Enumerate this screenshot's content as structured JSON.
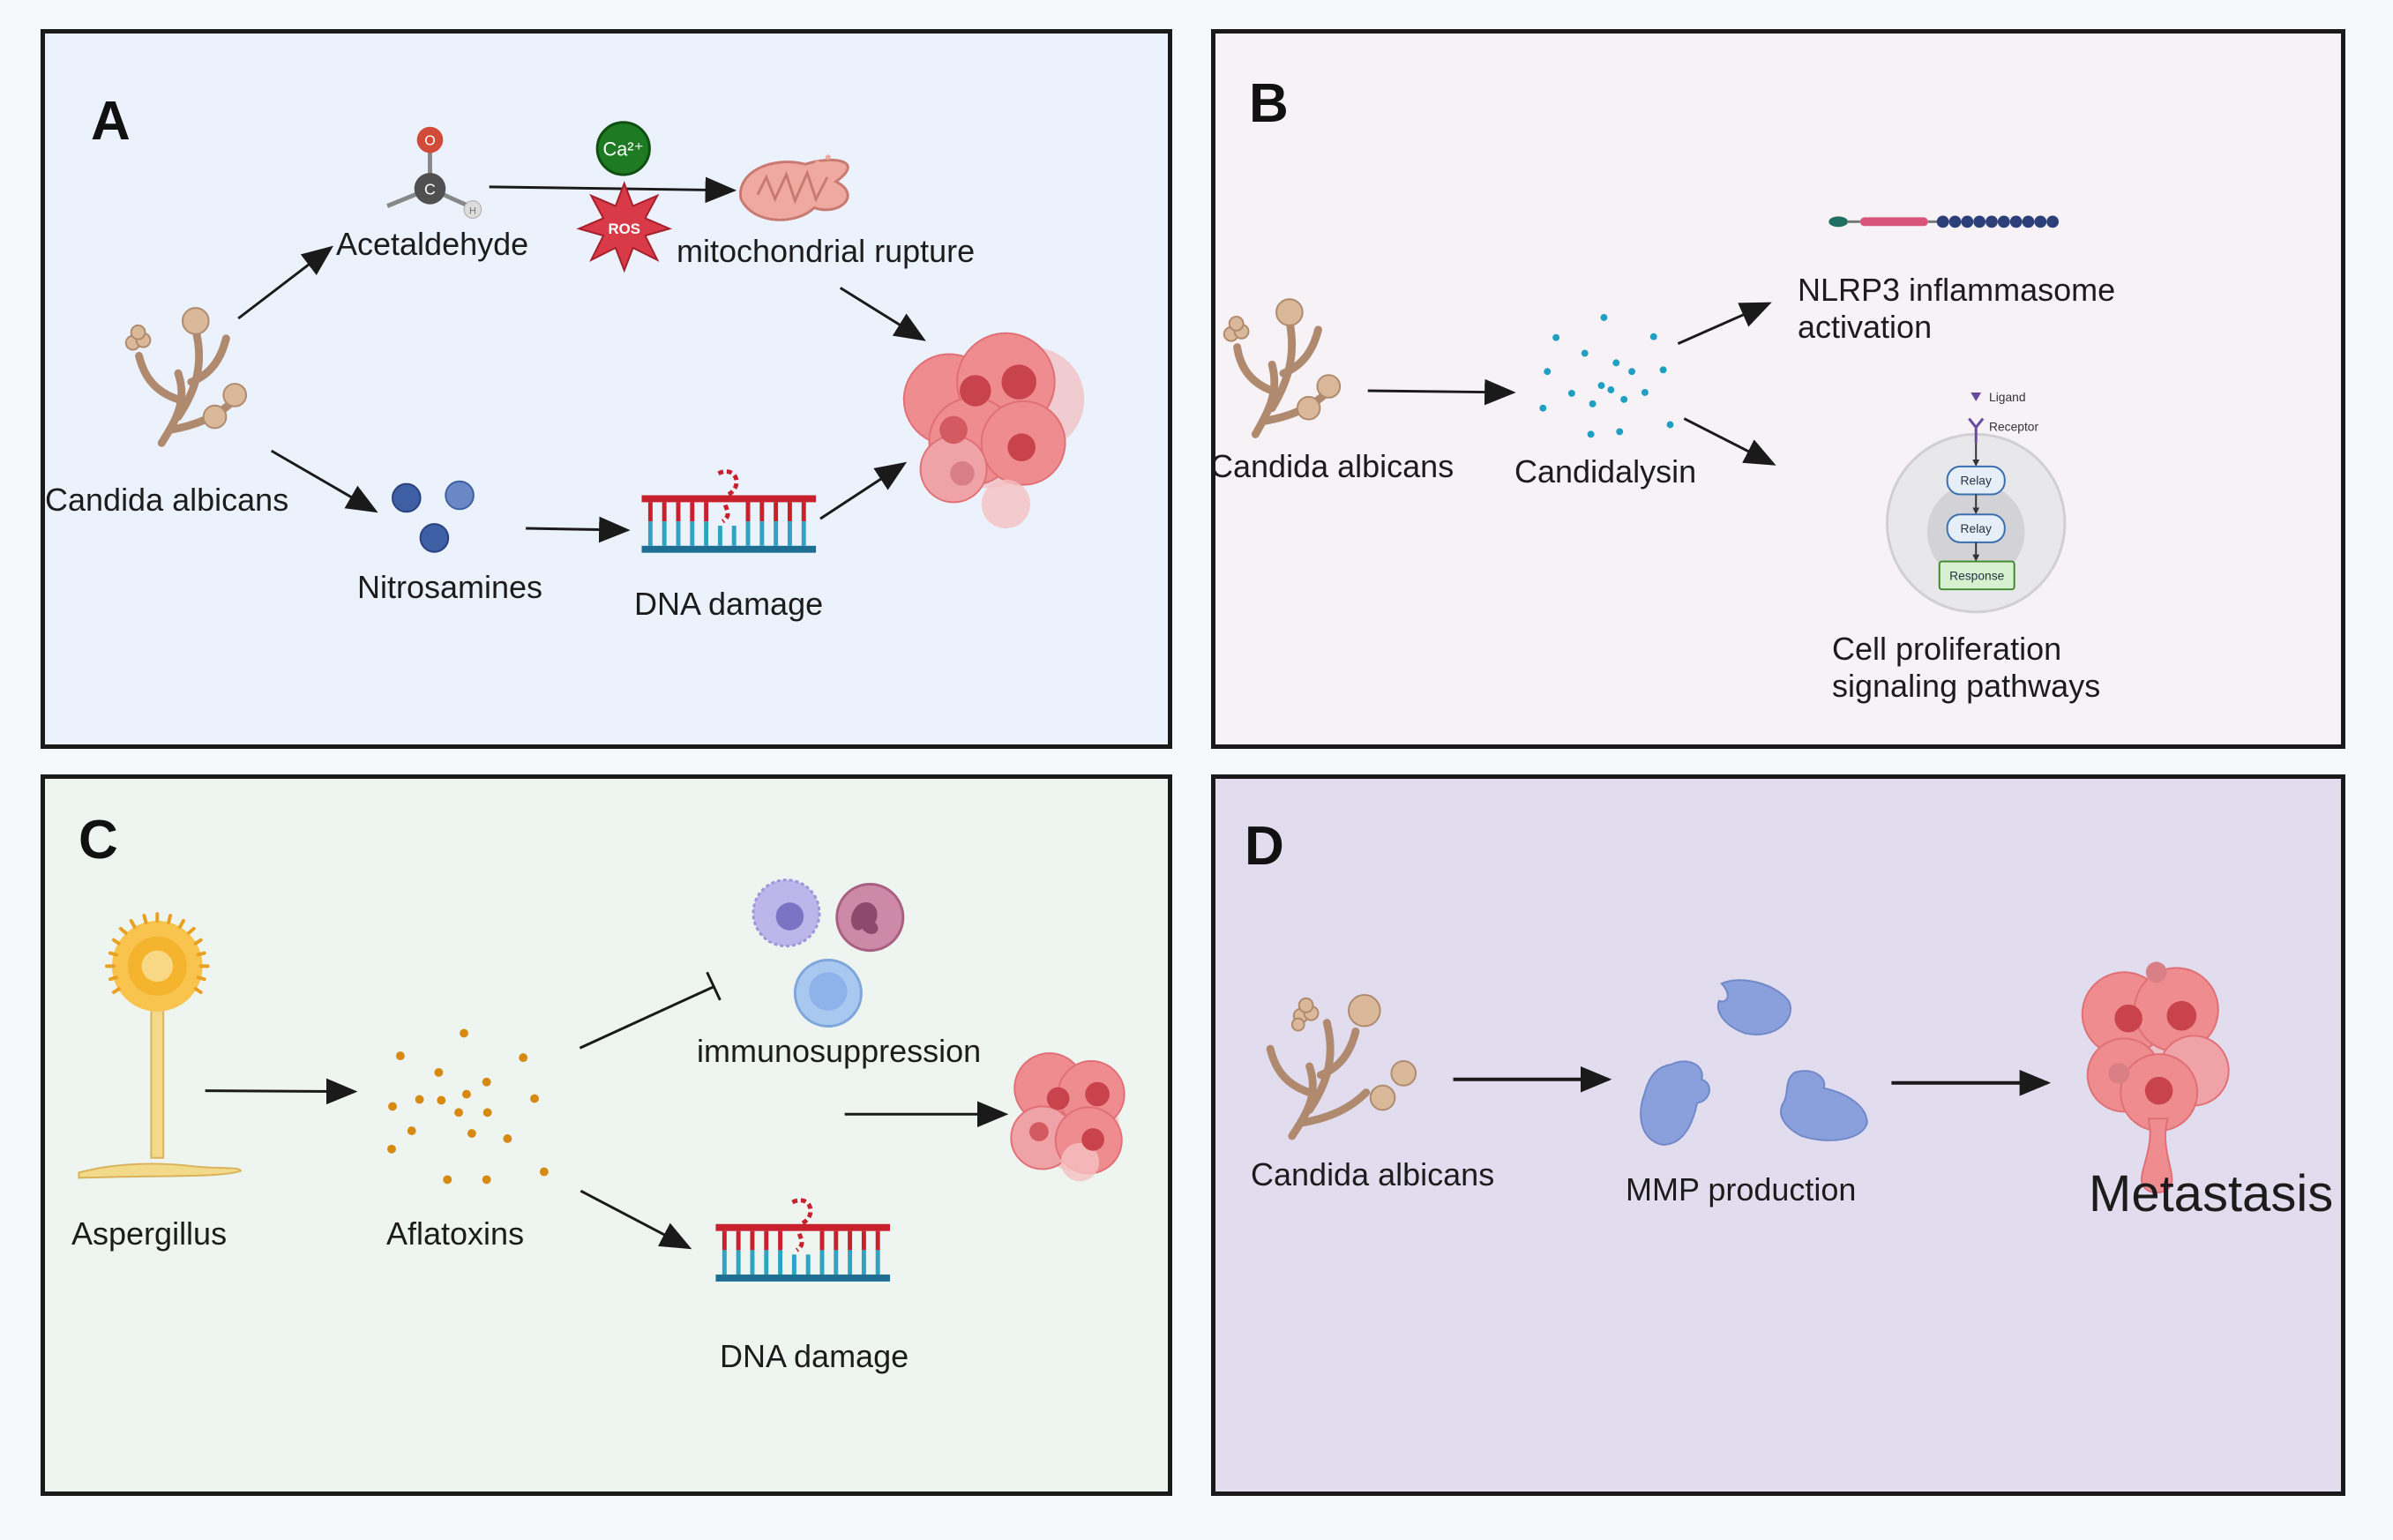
{
  "panel_a": {
    "letter": "A",
    "acetaldehyde": "Acetaldehyde",
    "mito": "mitochondrial rupture",
    "candida": "Candida albicans",
    "nitrosamines": "Nitrosamines",
    "dna": "DNA  damage",
    "ca": "Ca²⁺",
    "ros": "ROS",
    "atom_o": "O",
    "atom_c": "C",
    "atom_h": "H"
  },
  "panel_b": {
    "letter": "B",
    "candida": "Candida albicans",
    "candidalysin": "Candidalysin",
    "nlrp3_line1": "NLRP3 inflammasome",
    "nlrp3_line2": "activation",
    "prolif_line1": "Cell proliferation",
    "prolif_line2": "signaling pathways",
    "ligand": "Ligand",
    "receptor": "Receptor",
    "relay1": "Relay",
    "relay2": "Relay",
    "response": "Response"
  },
  "panel_c": {
    "letter": "C",
    "aspergillus": "Aspergillus",
    "aflatoxins": "Aflatoxins",
    "immuno": "immunosuppression",
    "dna": "DNA  damage"
  },
  "panel_d": {
    "letter": "D",
    "candida": "Candida albicans",
    "mmp": "MMP  production",
    "metastasis": "Metastasis"
  },
  "colors": {
    "panel_a_bg": "#ecf2fc",
    "panel_b_bg": "#f6f2f6",
    "panel_c_bg": "#eef5f1",
    "panel_d_bg": "#e1ddee",
    "tumor": "#ee8c8f",
    "dna_red": "#c8202c",
    "dna_blue": "#1e6e93",
    "mmp_blue": "#8aa0dc",
    "candidalysin_dot": "#1f9fc4",
    "aflatoxin_dot": "#d68a12"
  }
}
